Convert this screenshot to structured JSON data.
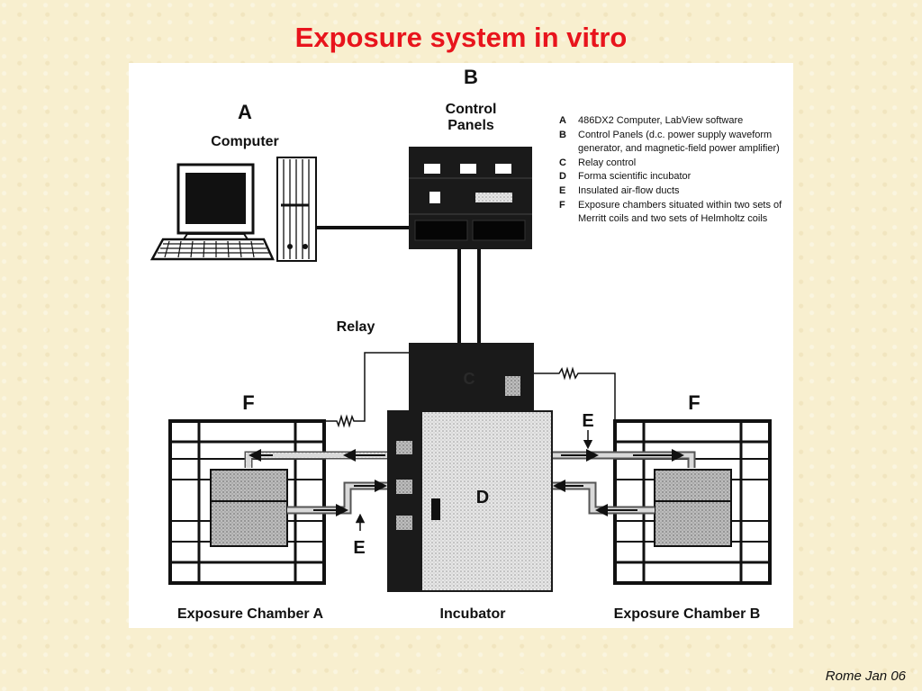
{
  "slide": {
    "title": "Exposure system in vitro",
    "title_color": "#e8141c",
    "footer": "Rome Jan 06"
  },
  "diagram": {
    "labels": {
      "A": "A",
      "computer": "Computer",
      "B": "B",
      "control_panels_line1": "Control",
      "control_panels_line2": "Panels",
      "C": "C",
      "relay": "Relay",
      "D": "D",
      "E_right": "E",
      "E_left": "E",
      "F_left": "F",
      "F_right": "F",
      "exposure_chamber_a": "Exposure Chamber A",
      "incubator": "Incubator",
      "exposure_chamber_b": "Exposure Chamber B"
    },
    "legend": [
      {
        "key": "A",
        "text": "486DX2 Computer, LabView software"
      },
      {
        "key": "B",
        "text": "Control Panels (d.c. power supply waveform generator, and magnetic-field power amplifier)"
      },
      {
        "key": "C",
        "text": "Relay control"
      },
      {
        "key": "D",
        "text": "Forma scientific incubator"
      },
      {
        "key": "E",
        "text": "Insulated air-flow ducts"
      },
      {
        "key": "F",
        "text": "Exposure chambers situated within two sets of Merritt coils and two sets of Helmholtz coils"
      }
    ]
  }
}
